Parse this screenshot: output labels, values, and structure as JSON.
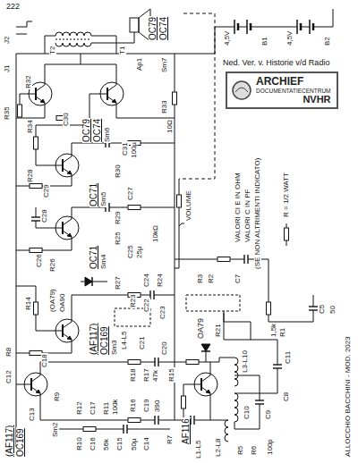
{
  "diagram": {
    "nodes": [
      {
        "text": [
          "ARCHIEF",
          "DOCUMENTATIECENTRUM",
          "NVHR"
        ]
      }
    ],
    "labels": [
      "222",
      "J2",
      "J1",
      "R35",
      "T2",
      "T1",
      "Ap1",
      "OC79",
      "OC74",
      "R32",
      "C30",
      "R34",
      "OC79",
      "OC74",
      "Sm7",
      "Sm6",
      "R33",
      "10Ω",
      "C31",
      "100µ",
      "R28",
      "C29",
      "OC71",
      "Sm5",
      "R30",
      "C27",
      "R29",
      "C28",
      "C26",
      "R26",
      "OC71",
      "Sm4",
      "R25",
      "C25",
      "25µ",
      "10kΩ",
      "VOLUME",
      "R27",
      "C24",
      "R24",
      "(OA79)",
      "OA90",
      "R23",
      "C22",
      "C23",
      "L4-L5",
      "C21",
      "(AF117)",
      "OC169",
      "Sm3",
      "R18",
      "R17",
      "47k",
      "C20",
      "R16",
      "C19",
      "390",
      "R15",
      "C18",
      "R14",
      "R12",
      "C17",
      "R11",
      "100k",
      "R10",
      "C16",
      "56k",
      "C15",
      "50µ",
      "(AF117)",
      "OC169",
      "Sm2",
      "R9",
      "C14",
      "C13",
      "C12",
      "R8",
      "R7",
      "OA79",
      "R21",
      "AF116",
      "L3-L10",
      "L1-L5",
      "L2-L8",
      "C10",
      "C9",
      "R5",
      "R6",
      "100p",
      "C8",
      "C11",
      "R3",
      "R2",
      "C7",
      "1,5k",
      "R1",
      "C5",
      "50",
      "4,5V",
      "B1",
      "4,5V",
      "B2",
      "Ned. Ver. v. Historie v/d Radio",
      "VALORI CI E IN OHM",
      "VALORI C IN PF",
      "(SE NON ALTRIMENTI INDICATO)",
      "R = 1/2 WATT",
      "ALLOCCHIO BACCHINI - MOD. 2023"
    ]
  }
}
